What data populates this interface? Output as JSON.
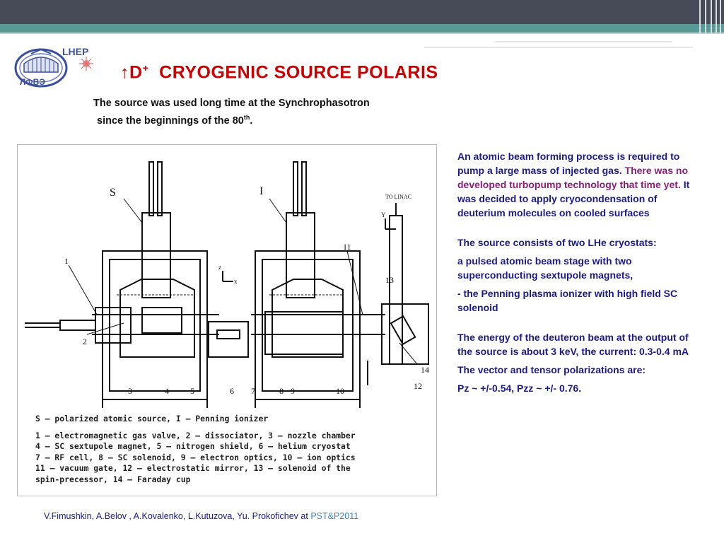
{
  "logo": {
    "top_text": "LHEP",
    "bottom_text": "ЛФВЭ"
  },
  "title": {
    "arrow": "↑",
    "particle": "D",
    "charge": "+",
    "text": "CRYOGENIC  SOURCE POLARIS"
  },
  "subtitle": {
    "line1": "The source was used long time at the Synchrophasotron",
    "line2_pre": "since the beginnings of the 80",
    "line2_sup": "th",
    "line2_post": "."
  },
  "figure": {
    "labels": {
      "s": "S",
      "i": "I",
      "n1": "1",
      "n2": "2",
      "n3": "3",
      "n4": "4",
      "n5": "5",
      "n6": "6",
      "n7": "7",
      "n8": "8",
      "n9": "9",
      "n10": "10",
      "n11": "11",
      "n12": "12",
      "n13": "13",
      "n14": "14",
      "to_linac": "TO LINAC",
      "axis_z": "z",
      "axis_x": "x",
      "axis_y": "Y"
    },
    "legend": [
      "S — polarized atomic source, I — Penning ionizer",
      "1 — electromagnetic gas valve, 2 — dissociator, 3 — nozzle chamber",
      "4 — SC sextupole magnet, 5 — nitrogen shield, 6 — helium cryostat",
      "7 — RF cell, 8 — SC solenoid, 9 — electron optics, 10 — ion optics",
      "11 — vacuum gate, 12 — electrostatic mirror, 13 — solenoid of the",
      "spin-precessor, 14 — Faraday cup"
    ]
  },
  "right_text": {
    "p1_a": "An atomic beam forming process is required to pump a large mass of injected gas. ",
    "p1_b": "There was no developed turbopump technology that time yet.",
    "p1_c": " It was decided  to apply cryocondensation of deuterium molecules on cooled surfaces",
    "p2": "The source consists of two LHe cryostats:",
    "p3": "a pulsed atomic beam stage with two superconducting  sextupole magnets,",
    "p4": "- the Penning plasma ionizer with high field SC solenoid",
    "p5": "The energy of the deuteron beam at the output of the source is about 3 keV, the current: 0.3-0.4 mA",
    "p6": "The vector and tensor polarizations are:",
    "p7": "Pz ~ +/-0.54, Pzz ~ +/- 0.76."
  },
  "footer": {
    "authors": "V.Fimushkin, A.Belov , A.Kovalenko, L.Kutuzova, Yu. Prokofichev at ",
    "conference": "PST&P2011"
  },
  "colors": {
    "title": "#cc0000",
    "body_text": "#1a1a8c",
    "highlight": "#8b1d7b",
    "conference_link": "#3a86c8",
    "top_bar": "#474a57",
    "teal_stripe": "#5a9a96"
  }
}
